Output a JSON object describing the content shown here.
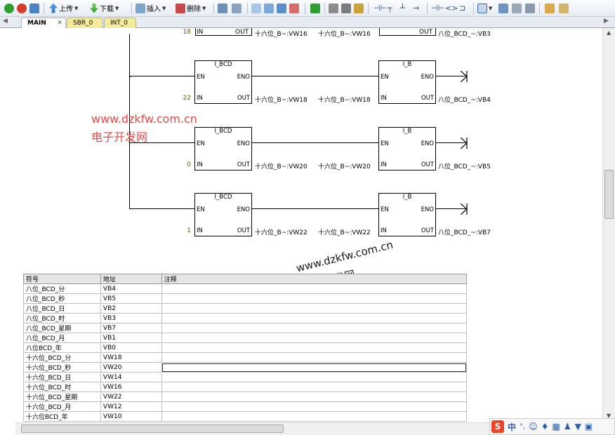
{
  "toolbar": {
    "upload_label": "上传",
    "download_label": "下载",
    "insert_label": "插入",
    "delete_label": "删除"
  },
  "tabs": [
    {
      "label": "MAIN"
    },
    {
      "label": "SBR_0"
    },
    {
      "label": "INT_0"
    }
  ],
  "ladder": {
    "top_row": {
      "in_value": "18",
      "in_pin": "IN",
      "out_pin": "OUT",
      "out_label_1": "十六位_B~:VW16",
      "in_label_2": "十六位_B~:VW16",
      "out_pin_2": "OUT",
      "out_label_2": "八位_BCD_~:VB3"
    },
    "rungs": [
      {
        "block1": "I_BCD",
        "en": "EN",
        "eno": "ENO",
        "in_pin": "IN",
        "out_pin": "OUT",
        "in_value": "22",
        "mid_label_1": "十六位_B~:VW18",
        "mid_label_2": "十六位_B~:VW18",
        "block2": "I_B",
        "en2": "EN",
        "eno2": "ENO",
        "in_pin2": "IN",
        "out_pin2": "OUT",
        "out_label": "八位_BCD_~:VB4"
      },
      {
        "block1": "I_BCD",
        "en": "EN",
        "eno": "ENO",
        "in_pin": "IN",
        "out_pin": "OUT",
        "in_value": "0",
        "mid_label_1": "十六位_B~:VW20",
        "mid_label_2": "十六位_B~:VW20",
        "block2": "I_B",
        "en2": "EN",
        "eno2": "ENO",
        "in_pin2": "IN",
        "out_pin2": "OUT",
        "out_label": "八位_BCD_~:VB5"
      },
      {
        "block1": "I_BCD",
        "en": "EN",
        "eno": "ENO",
        "in_pin": "IN",
        "out_pin": "OUT",
        "in_value": "1",
        "mid_label_1": "十六位_B~:VW22",
        "mid_label_2": "十六位_B~:VW22",
        "block2": "I_B",
        "en2": "EN",
        "eno2": "ENO",
        "in_pin2": "IN",
        "out_pin2": "OUT",
        "out_label": "八位_BCD_~:VB7"
      }
    ]
  },
  "watermark": {
    "url": "www.dzkfw.com.cn",
    "name": "电子开发网",
    "url2": "www.dzkfw.com.cn",
    "name2": "电子开发网"
  },
  "symbol_table": {
    "headers": [
      "符号",
      "地址",
      "注释"
    ],
    "rows": [
      {
        "symbol": "八位_BCD_分",
        "address": "VB4",
        "comment": ""
      },
      {
        "symbol": "八位_BCD_秒",
        "address": "VB5",
        "comment": ""
      },
      {
        "symbol": "八位_BCD_日",
        "address": "VB2",
        "comment": ""
      },
      {
        "symbol": "八位_BCD_时",
        "address": "VB3",
        "comment": ""
      },
      {
        "symbol": "八位_BCD_星期",
        "address": "VB7",
        "comment": ""
      },
      {
        "symbol": "八位_BCD_月",
        "address": "VB1",
        "comment": ""
      },
      {
        "symbol": "八位BCD_年",
        "address": "VB0",
        "comment": ""
      },
      {
        "symbol": "十六位_BCD_分",
        "address": "VW18",
        "comment": ""
      },
      {
        "symbol": "十六位_BCD_秒",
        "address": "VW20",
        "comment": ""
      },
      {
        "symbol": "十六位_BCD_日",
        "address": "VW14",
        "comment": ""
      },
      {
        "symbol": "十六位_BCD_时",
        "address": "VW16",
        "comment": ""
      },
      {
        "symbol": "十六位_BCD_星期",
        "address": "VW22",
        "comment": ""
      },
      {
        "symbol": "十六位_BCD_月",
        "address": "VW12",
        "comment": ""
      },
      {
        "symbol": "十六位BCD_年",
        "address": "VW10",
        "comment": ""
      }
    ]
  },
  "ime": {
    "logo": "S",
    "mode": "中",
    "punct": "°,"
  },
  "colors": {
    "tab_inactive": "#f4ec9a",
    "watermark_red": "#e84848",
    "constant_olive": "#606000"
  }
}
